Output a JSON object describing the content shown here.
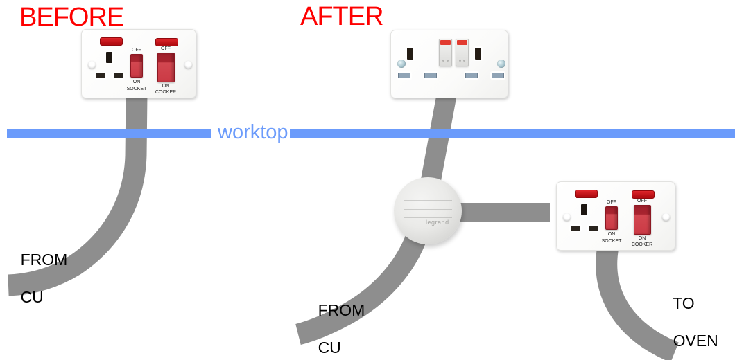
{
  "titles": {
    "before": "BEFORE",
    "after": "AFTER"
  },
  "worktop": {
    "label": "worktop",
    "line_color": "#6b9bfb"
  },
  "cooker_unit": {
    "off_label": "OFF",
    "on_label": "ON",
    "socket_label": "SOCKET",
    "cooker_label": "COOKER"
  },
  "double_socket": {
    "gangs": 2,
    "switch_count": 2
  },
  "junction_box": {
    "brand": "legrand"
  },
  "cable_labels": {
    "from_cu_before": {
      "line1": "FROM",
      "line2": "CU"
    },
    "from_cu_after": {
      "line1": "FROM",
      "line2": "CU"
    },
    "to_oven": {
      "line1": "TO",
      "line2": "OVEN"
    }
  },
  "colors": {
    "title_red": "#fe0000",
    "worktop_blue": "#6b9bfb",
    "cable_gray": "#8e8e8e",
    "rocker_red": "#d24750",
    "neon_red": "#c50f16"
  }
}
